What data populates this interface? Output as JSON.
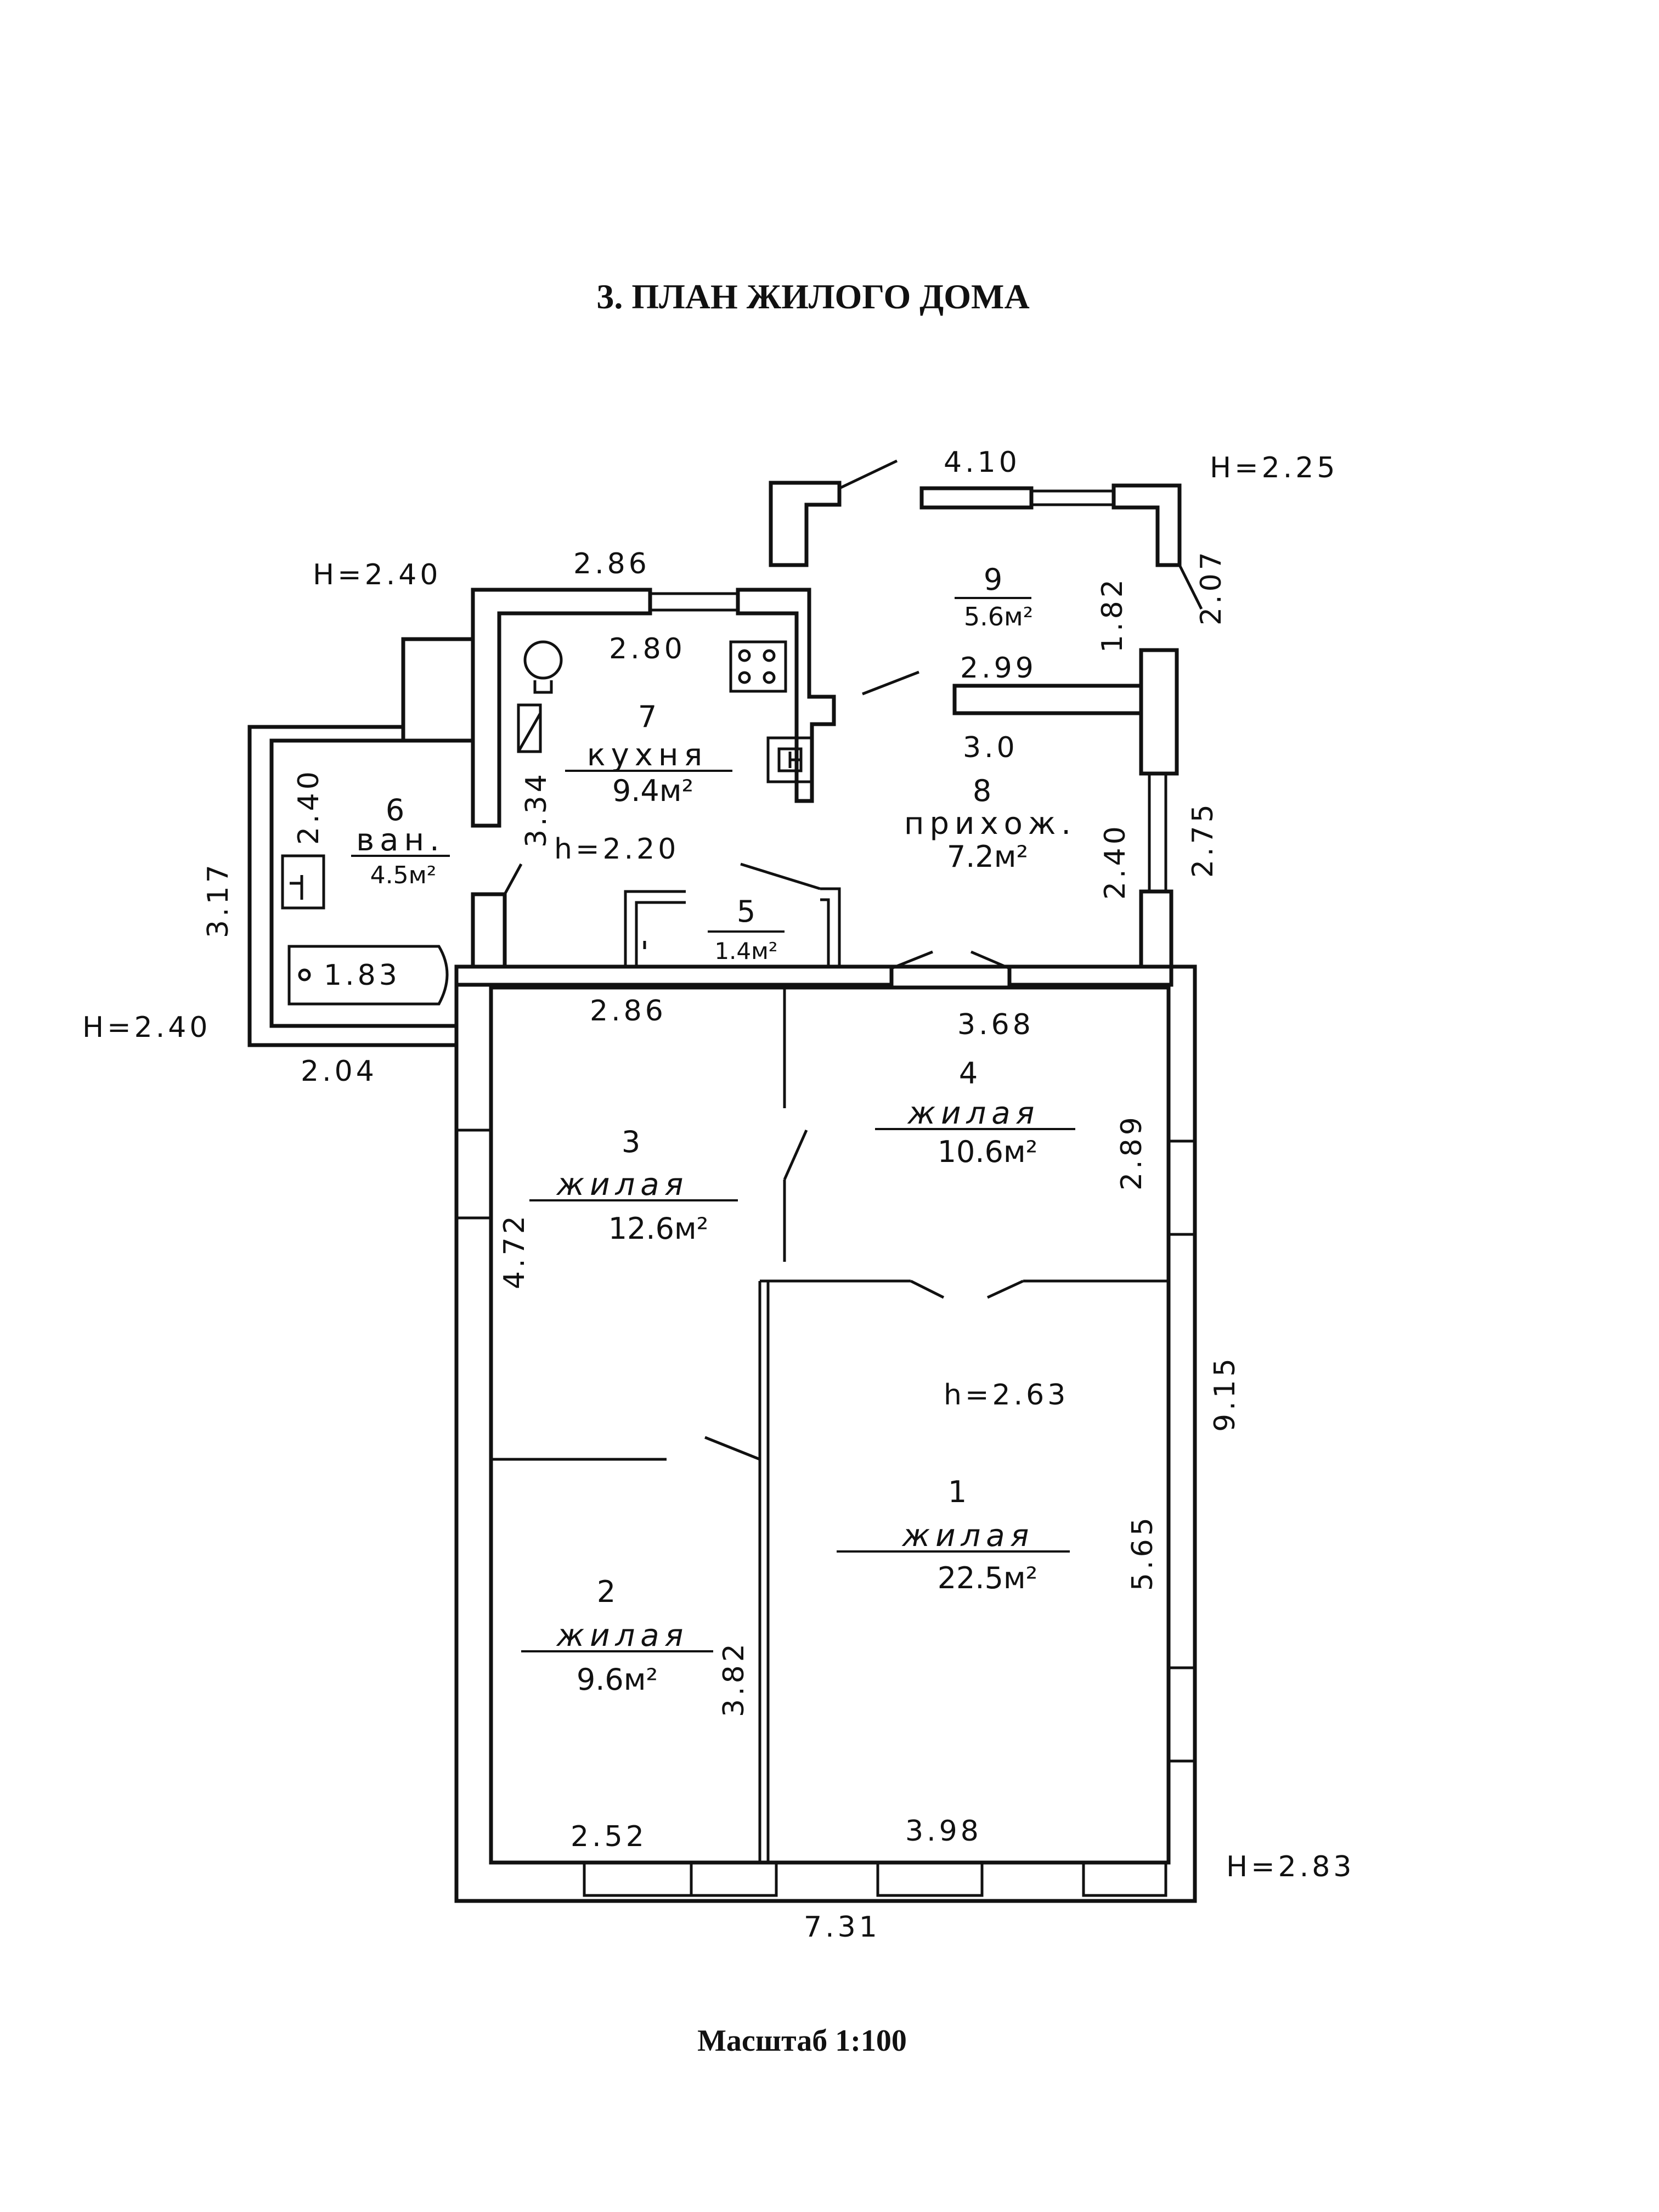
{
  "title": "3. ПЛАН ЖИЛОГО ДОМА",
  "scale": "Масштаб 1:100",
  "rooms": [
    {
      "num": "1",
      "name": "жилая",
      "area": "22.5м²"
    },
    {
      "num": "2",
      "name": "жилая",
      "area": "9.6м²"
    },
    {
      "num": "3",
      "name": "жилая",
      "area": "12.6м²"
    },
    {
      "num": "4",
      "name": "жилая",
      "area": "10.6м²"
    },
    {
      "num": "5",
      "name": "",
      "area": "1.4м²"
    },
    {
      "num": "6",
      "name": "ван.",
      "area": "4.5м²"
    },
    {
      "num": "7",
      "name": "кухня",
      "area": "9.4м²"
    },
    {
      "num": "8",
      "name": "прихож.",
      "area": "7.2м²"
    },
    {
      "num": "9",
      "name": "",
      "area": "5.6м²"
    }
  ],
  "heights": {
    "kitchen_block": "H=2.40",
    "bath_block": "H=2.40",
    "porch": "H=2.25",
    "house": "H=2.83",
    "inner_main": "h=2.63",
    "inner_kitchen": "h=2.20"
  },
  "dimensions": {
    "porch_top": "4.10",
    "porch_side": "2.07",
    "porch_inner_side": "1.82",
    "hall_top": "2.99",
    "hall_inner_top": "3.0",
    "hall_side": "2.40",
    "hall_outer_side": "2.75",
    "kitchen_outer_top": "2.86",
    "kitchen_inner_top": "2.80",
    "kitchen_side": "3.34",
    "bath_outer_side": "3.17",
    "bath_inner_side": "2.40",
    "bath_bottom": "2.04",
    "bathtub": "1.83",
    "room3_top": "2.86",
    "room3_side": "4.72",
    "room4_top": "3.68",
    "room4_side": "2.89",
    "house_right": "9.15",
    "room1_side": "5.65",
    "room2_side": "3.82",
    "room2_bottom": "2.52",
    "room1_bottom": "3.98",
    "house_bottom": "7.31"
  }
}
